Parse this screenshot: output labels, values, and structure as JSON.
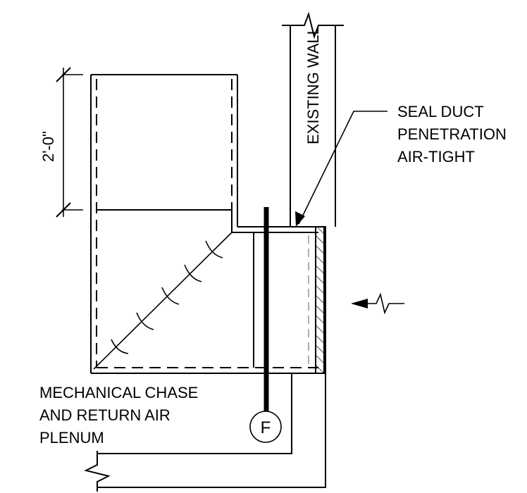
{
  "dimension": {
    "label": "2'-0\""
  },
  "labels": {
    "existing_wall": "EXISTING WALL",
    "seal_note": [
      "SEAL DUCT",
      "PENETRATION",
      "AIR-TIGHT"
    ],
    "chase_note": [
      "MECHANICAL CHASE",
      "AND RETURN AIR",
      "PLENUM"
    ],
    "damper_tag": "F"
  },
  "colors": {
    "ink": "#000000",
    "hidden_line": "#9a9a9a",
    "background": "#ffffff"
  }
}
